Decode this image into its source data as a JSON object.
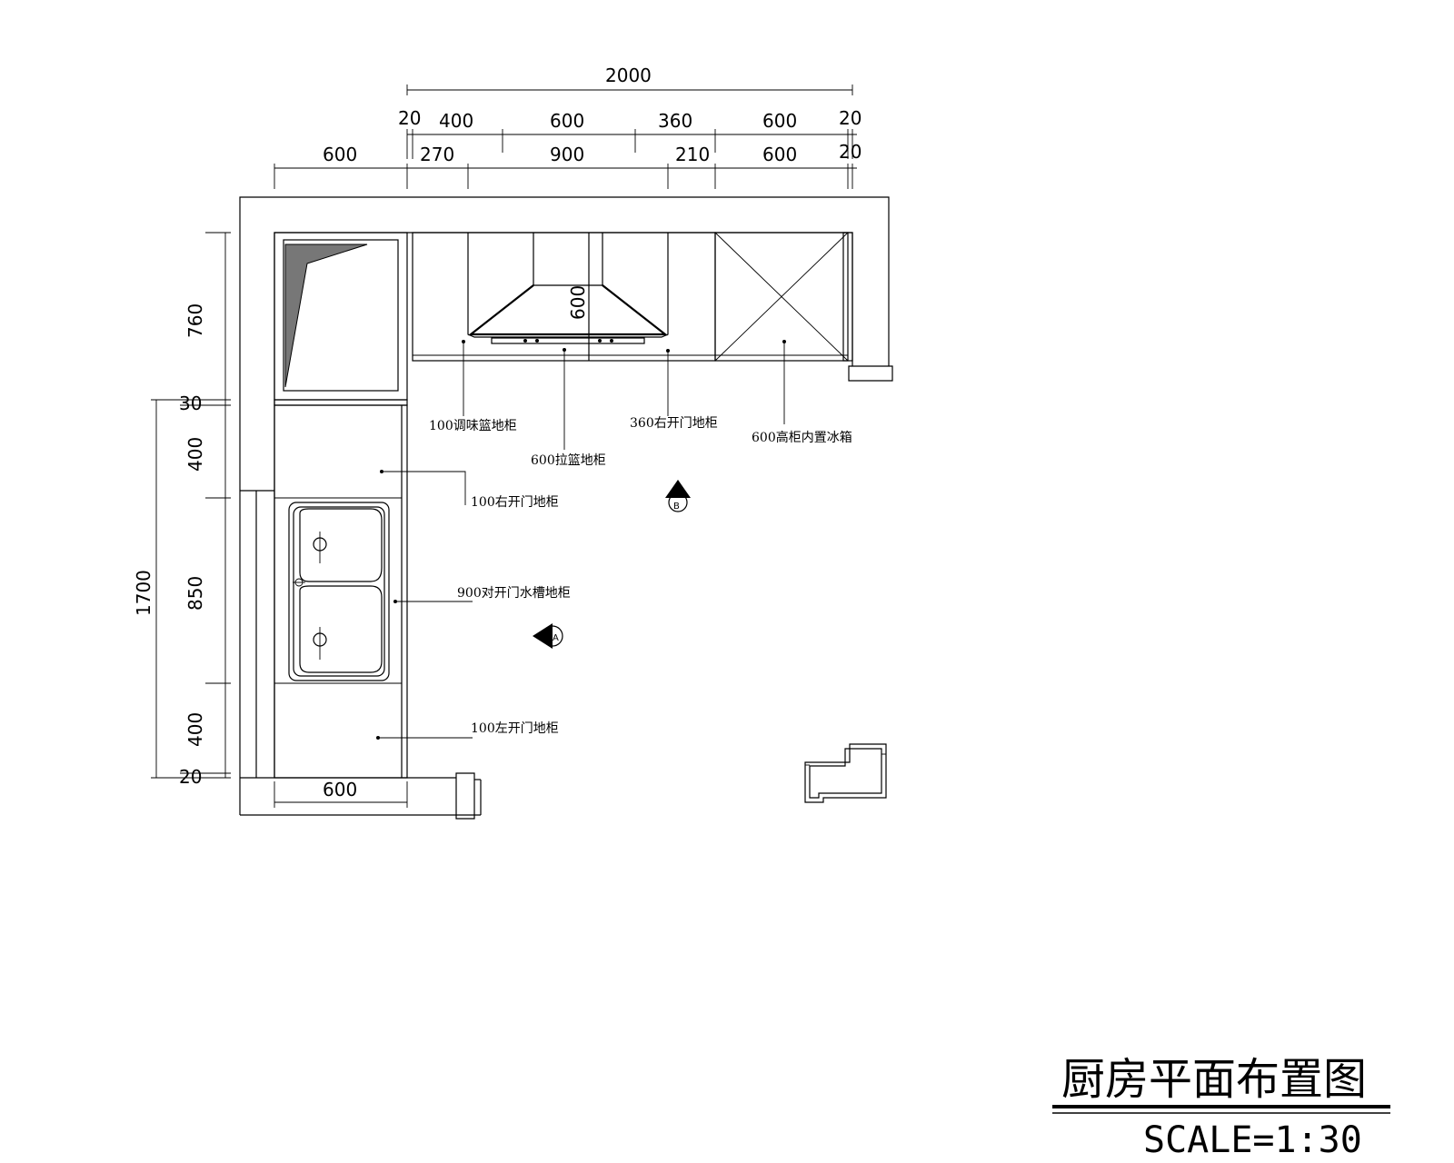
{
  "dimensions": {
    "overall_top": "2000",
    "row1": [
      "20",
      "400",
      "600",
      "360",
      "600",
      "20"
    ],
    "row2": [
      "600",
      "270",
      "900",
      "210",
      "600",
      "20"
    ],
    "hood": "600",
    "left_inner": [
      "760",
      "30",
      "400",
      "850",
      "400",
      "20"
    ],
    "left_outer": "1700",
    "bottom": "600"
  },
  "labels": {
    "spice_basket": "100调味篮地柜",
    "pull_basket": "600拉篮地柜",
    "right_door_360": "360右开门地柜",
    "tall_fridge": "600高柜内置冰箱",
    "right_door_100": "100右开门地柜",
    "sink_cabinet": "900对开门水槽地柜",
    "left_door_100": "100左开门地柜"
  },
  "markers": {
    "b": "B",
    "a": "A"
  },
  "title": "厨房平面布置图",
  "scale": "SCALE=1:30"
}
